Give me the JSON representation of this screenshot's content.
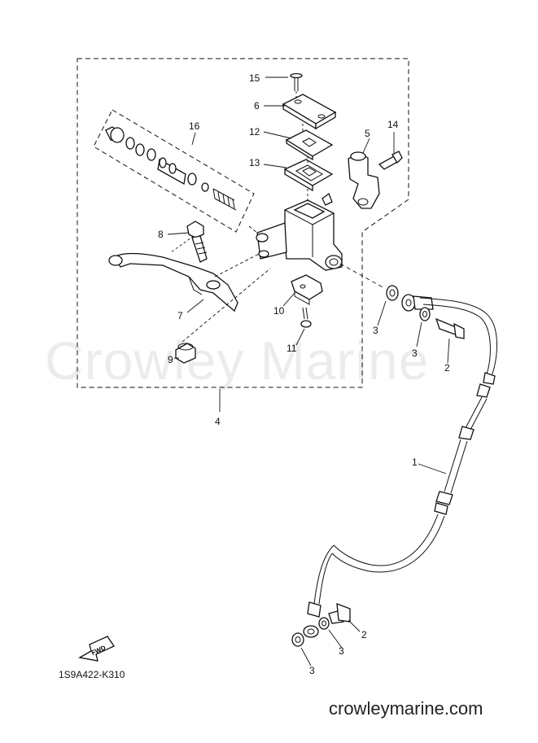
{
  "watermark": "Crowley Marine",
  "part_code": "1S9A422-K310",
  "site_url": "crowleymarine.com",
  "fwd_label": "FWD",
  "callouts": [
    {
      "id": "c15",
      "label": "15"
    },
    {
      "id": "c6",
      "label": "6"
    },
    {
      "id": "c16",
      "label": "16"
    },
    {
      "id": "c12",
      "label": "12"
    },
    {
      "id": "c5",
      "label": "5"
    },
    {
      "id": "c14",
      "label": "14"
    },
    {
      "id": "c13",
      "label": "13"
    },
    {
      "id": "c8",
      "label": "8"
    },
    {
      "id": "c7",
      "label": "7"
    },
    {
      "id": "c10",
      "label": "10"
    },
    {
      "id": "c3a",
      "label": "3"
    },
    {
      "id": "c3b",
      "label": "3"
    },
    {
      "id": "c2a",
      "label": "2"
    },
    {
      "id": "c11",
      "label": "11"
    },
    {
      "id": "c9",
      "label": "9"
    },
    {
      "id": "c4",
      "label": "4"
    },
    {
      "id": "c1",
      "label": "1"
    },
    {
      "id": "c2b",
      "label": "2"
    },
    {
      "id": "c3c",
      "label": "3"
    },
    {
      "id": "c3d",
      "label": "3"
    }
  ]
}
